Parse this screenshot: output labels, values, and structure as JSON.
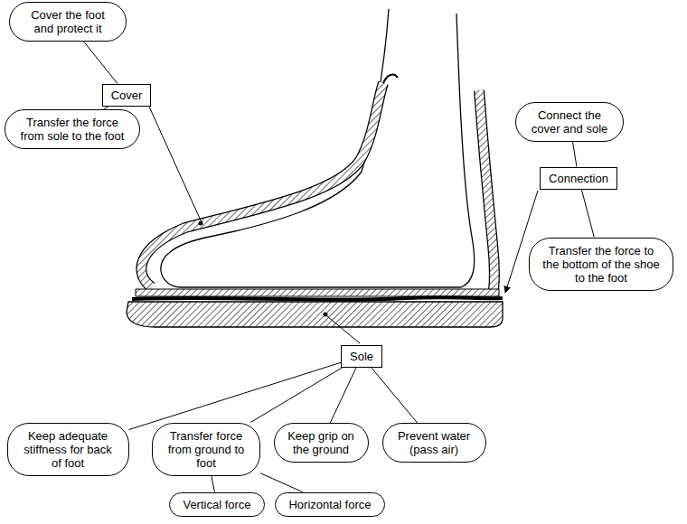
{
  "diagram": {
    "nodes": [
      {
        "text": [
          "Cover the foot and protect it"
        ]
      },
      {
        "text": [
          "Cover"
        ]
      },
      {
        "text": [
          "Transfer the force from sole to the foot"
        ]
      },
      {
        "text": [
          "Connect the cover and sole"
        ]
      },
      {
        "text": [
          "Connection"
        ]
      },
      {
        "text": [
          "Transfer the force to the bottom of the shoe to the foot"
        ]
      },
      {
        "text": [
          "Sole"
        ]
      },
      {
        "text": [
          "Keep adequate stiffness for back of foot"
        ]
      },
      {
        "text": [
          "Transfer force from ground to foot"
        ]
      },
      {
        "text": [
          "Keep grip on the ground"
        ]
      },
      {
        "text": [
          "Prevent water (pass air)"
        ]
      },
      {
        "text": [
          "Vertical force"
        ]
      },
      {
        "text": [
          "Horizontal force"
        ]
      }
    ],
    "edges": [
      {
        "from": 1,
        "to": 0,
        "arrow": "none"
      },
      {
        "from": 1,
        "to": 2,
        "arrow": "none"
      },
      {
        "from": 4,
        "to": 3,
        "arrow": "none"
      },
      {
        "from": 4,
        "to": 5,
        "arrow": "none"
      },
      {
        "from": 6,
        "to": 7,
        "arrow": "none"
      },
      {
        "from": 6,
        "to": 8,
        "arrow": "none"
      },
      {
        "from": 6,
        "to": 9,
        "arrow": "none"
      },
      {
        "from": 6,
        "to": 10,
        "arrow": "none"
      },
      {
        "from": 8,
        "to": 11,
        "arrow": "none"
      },
      {
        "from": 8,
        "to": 12,
        "arrow": "none"
      }
    ]
  }
}
